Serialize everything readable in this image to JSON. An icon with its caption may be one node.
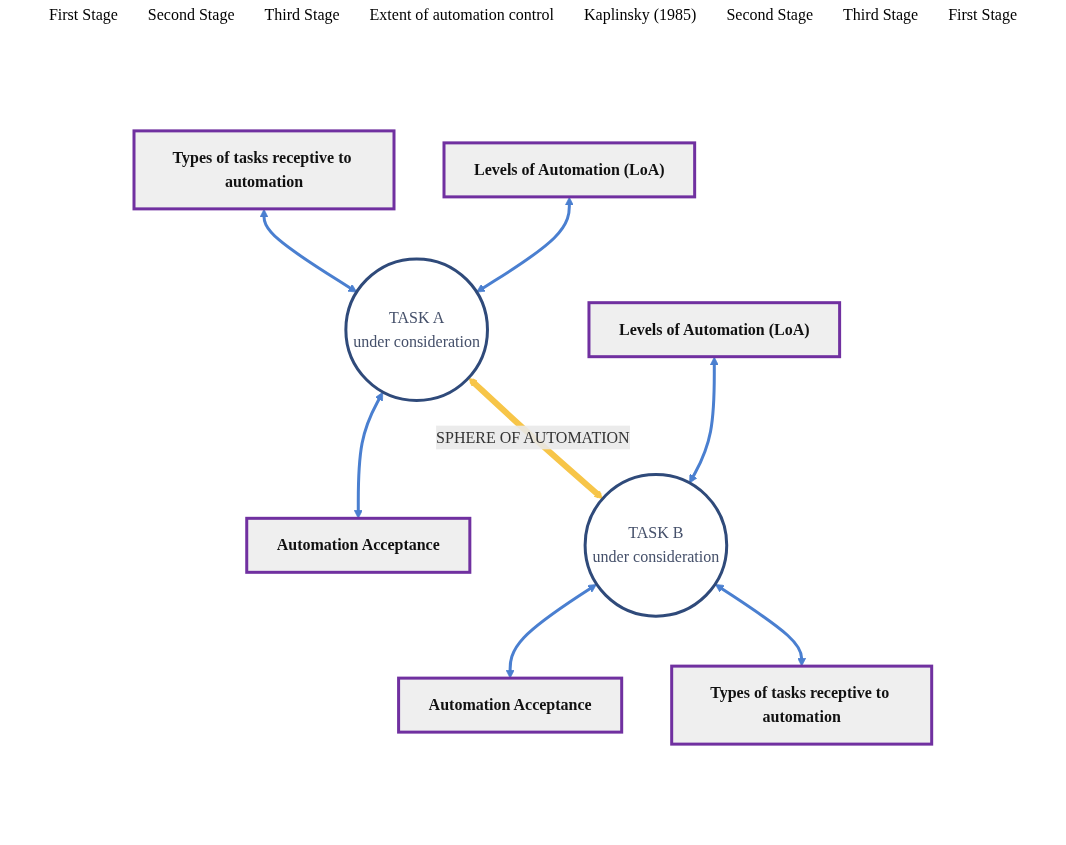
{
  "diagram": {
    "nodes": [
      {
        "text": [
          "Types of tasks receptive to automation"
        ]
      },
      {
        "text": [
          "Levels of Automation (LoA)"
        ]
      },
      {
        "text": [
          "TASK A",
          "under consideration"
        ]
      },
      {
        "text": [
          "Automation Acceptance"
        ]
      },
      {
        "text": [
          "Levels of Automation (LoA)"
        ]
      },
      {
        "text": [
          "TASK B",
          "under consideration"
        ]
      },
      {
        "text": [
          "Automation Acceptance"
        ]
      },
      {
        "text": [
          "Types of tasks receptive to automation"
        ]
      }
    ],
    "edges": [
      {
        "from": 0,
        "to": 2,
        "arrow": "both"
      },
      {
        "from": 1,
        "to": 2,
        "arrow": "both"
      },
      {
        "from": 2,
        "to": 3,
        "arrow": "both"
      },
      {
        "from": 2,
        "to": 5,
        "arrow": "both",
        "label": "SPHERE OF AUTOMATION",
        "style": "thick",
        "color": "#f7c548"
      },
      {
        "from": 4,
        "to": 5,
        "arrow": "both"
      },
      {
        "from": 5,
        "to": 6,
        "arrow": "both"
      },
      {
        "from": 5,
        "to": 7,
        "arrow": "both"
      }
    ],
    "labels": [
      "First Stage",
      "Second Stage",
      "Third Stage",
      "Extent of automation control",
      "Kaplinsky (1985)",
      "Second Stage",
      "Third Stage",
      "First Stage"
    ]
  }
}
